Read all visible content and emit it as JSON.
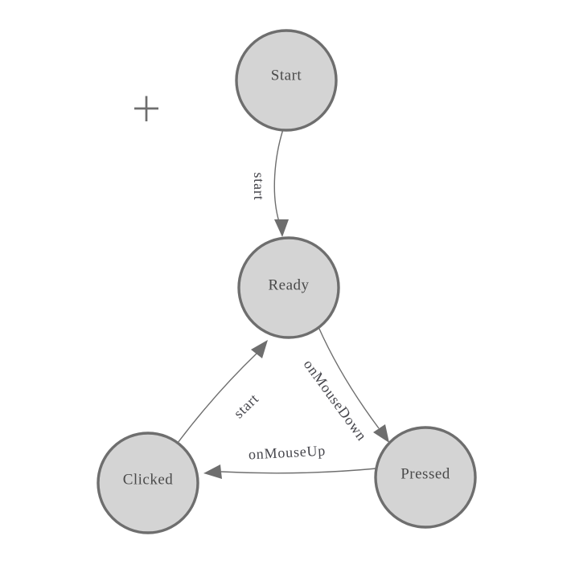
{
  "diagram": {
    "kind": "state-machine-diagram",
    "nodes": [
      {
        "id": "start",
        "label": "Start"
      },
      {
        "id": "ready",
        "label": "Ready"
      },
      {
        "id": "clicked",
        "label": "Clicked"
      },
      {
        "id": "pressed",
        "label": "Pressed"
      }
    ],
    "edges": [
      {
        "from": "Start",
        "to": "Ready",
        "label": "start"
      },
      {
        "from": "Ready",
        "to": "Pressed",
        "label": "onMouseDown"
      },
      {
        "from": "Clicked",
        "to": "Ready",
        "label": "start"
      },
      {
        "from": "Pressed",
        "to": "Clicked",
        "label": "onMouseUp"
      }
    ],
    "icons": {
      "plus": "+"
    },
    "colors": {
      "background": "#ffffff",
      "node_fill": "#d4d4d4",
      "node_stroke": "#6e6e6e",
      "edge_stroke": "#6e6e6e",
      "text": "#4a4a4a"
    }
  }
}
